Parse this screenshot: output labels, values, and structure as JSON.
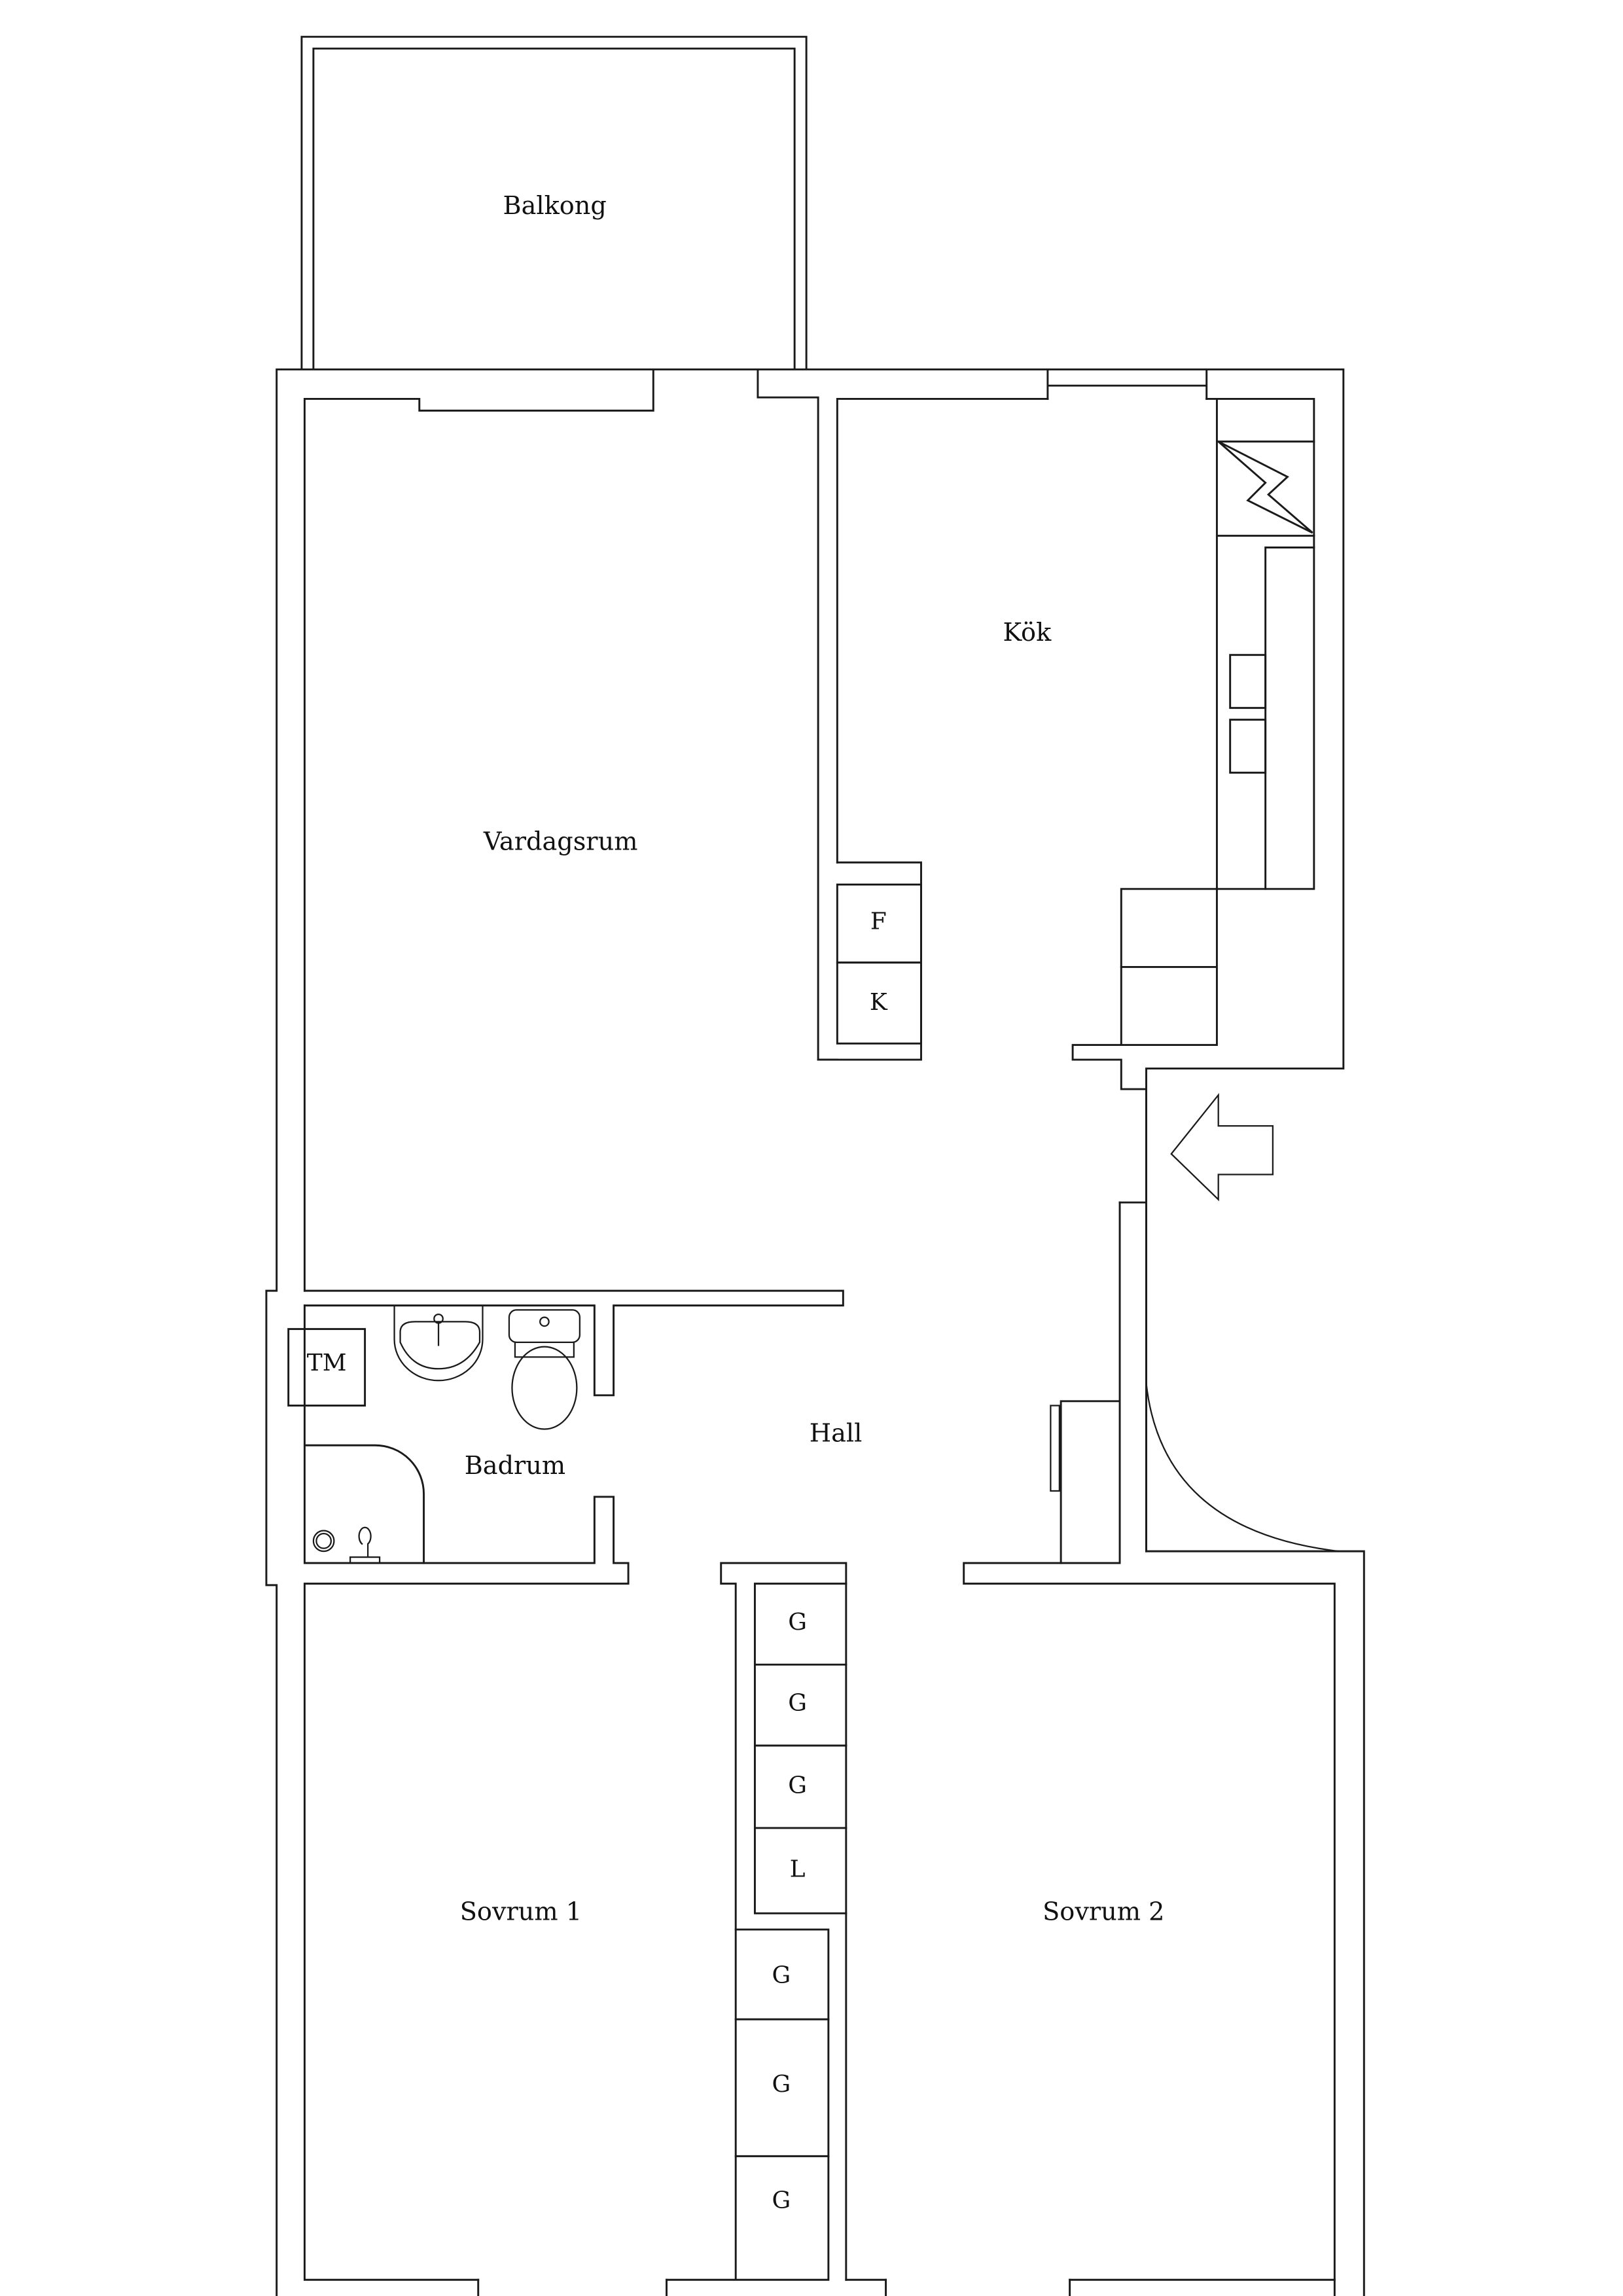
{
  "plan": {
    "stroke_color": "#1a1a1a",
    "background": "#ffffff",
    "rooms": [
      {
        "id": "balkong",
        "label": "Balkong"
      },
      {
        "id": "kok",
        "label": "Kök"
      },
      {
        "id": "vardagsrum",
        "label": "Vardagsrum"
      },
      {
        "id": "hall",
        "label": "Hall"
      },
      {
        "id": "badrum",
        "label": "Badrum"
      },
      {
        "id": "sovrum1",
        "label": "Sovrum 1"
      },
      {
        "id": "sovrum2",
        "label": "Sovrum 2"
      }
    ],
    "fixtures": {
      "fridge": "F",
      "freezer": "K",
      "washer": "TM",
      "wardrobes_hall": [
        "G",
        "G",
        "G",
        "L"
      ],
      "wardrobes_sovrum1": [
        "G",
        "G",
        "G"
      ]
    },
    "icons": {
      "entrance": "entrance-arrow-icon",
      "stove": "stove-icon",
      "sink": "washbasin-icon",
      "toilet": "toilet-icon",
      "shower": "shower-icon",
      "floor_drain": "floor-drain-icon"
    }
  }
}
